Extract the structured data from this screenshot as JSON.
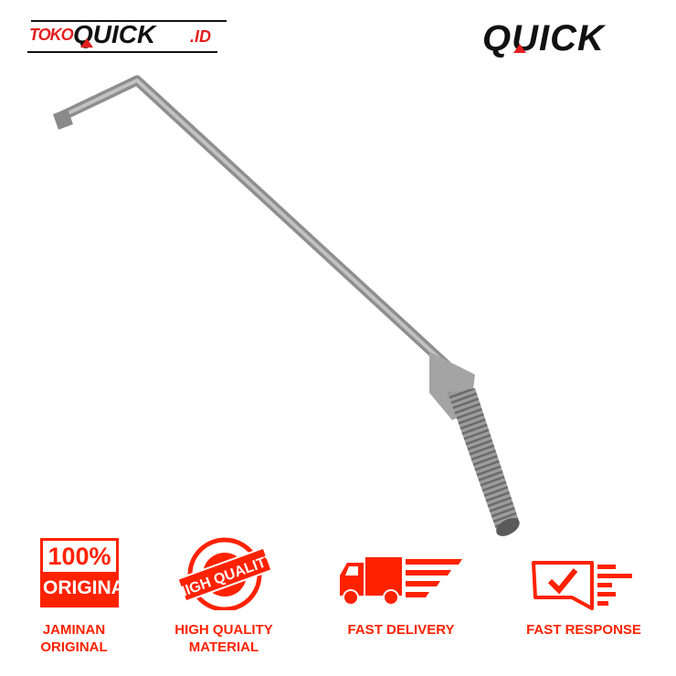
{
  "brand": {
    "left_logo_prefix": "TOKO",
    "left_logo_main": "QUICK",
    "left_logo_suffix": ".ID",
    "right_logo": "QUICK"
  },
  "colors": {
    "accent": "#ff2200",
    "logo_red": "#e41e1e",
    "logo_black": "#111111",
    "tool": "#9a9a9a"
  },
  "badges": [
    {
      "icon": "original-stamp-icon",
      "stamp_top": "100%",
      "stamp_bottom": "ORIGINAL",
      "label_line1": "JAMINAN",
      "label_line2": "ORIGINAL"
    },
    {
      "icon": "quality-seal-icon",
      "stamp_text": "HIGH QUALITY",
      "label_line1": "HIGH QUALITY",
      "label_line2": "MATERIAL"
    },
    {
      "icon": "delivery-truck-icon",
      "label_line1": "FAST DELIVERY"
    },
    {
      "icon": "chat-check-icon",
      "label_line1": "FAST RESPONSE"
    }
  ]
}
